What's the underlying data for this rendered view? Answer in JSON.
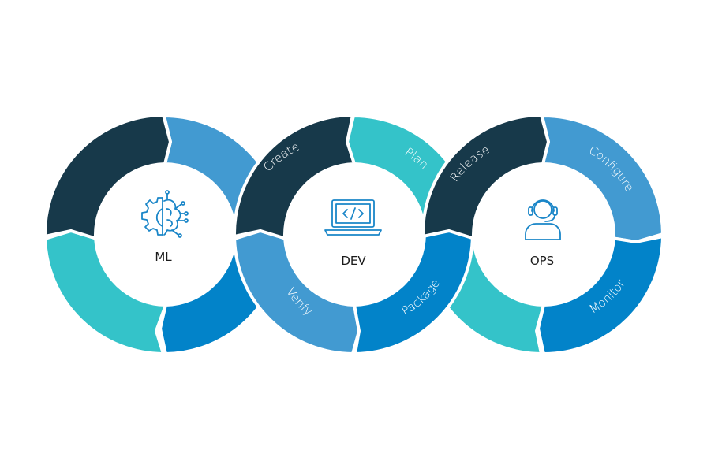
{
  "colors": {
    "dark_navy": "#17394a",
    "mid_blue": "#429ad1",
    "teal": "#34c3c9",
    "royal_blue": "#0283c9",
    "icon_blue": "#1a86c8",
    "hub": "#ffffff"
  },
  "rings": [
    {
      "title": "ML",
      "icon": "brain-gear-icon",
      "segments": [
        {
          "label": "",
          "color": "dark_navy"
        },
        {
          "label": "",
          "color": "mid_blue"
        },
        {
          "label": "",
          "color": "royal_blue"
        },
        {
          "label": "",
          "color": "teal"
        }
      ]
    },
    {
      "title": "DEV",
      "icon": "laptop-code-icon",
      "segments": [
        {
          "label": "Create",
          "color": "dark_navy"
        },
        {
          "label": "Plan",
          "color": "teal"
        },
        {
          "label": "Package",
          "color": "royal_blue"
        },
        {
          "label": "Verify",
          "color": "mid_blue"
        }
      ]
    },
    {
      "title": "OPS",
      "icon": "support-agent-icon",
      "segments": [
        {
          "label": "Release",
          "color": "dark_navy"
        },
        {
          "label": "Configure",
          "color": "mid_blue"
        },
        {
          "label": "Monitor",
          "color": "royal_blue"
        },
        {
          "label": "",
          "color": "teal"
        }
      ]
    }
  ]
}
